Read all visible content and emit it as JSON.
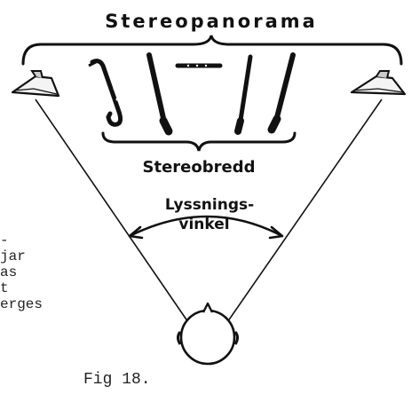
{
  "diagram": {
    "title": "Stereopanorama",
    "width_label": "Stereobredd",
    "angle_label_line1": "Lyssnings-",
    "angle_label_line2": "vinkel",
    "figure_caption": "Fig 18.",
    "side_text": [
      "-",
      "jar",
      "as",
      "t",
      "erges"
    ],
    "instrument_icons": [
      "saxophone-icon",
      "clarinet-icon",
      "flute-icon",
      "oboe-icon",
      "clarinet-icon"
    ]
  }
}
